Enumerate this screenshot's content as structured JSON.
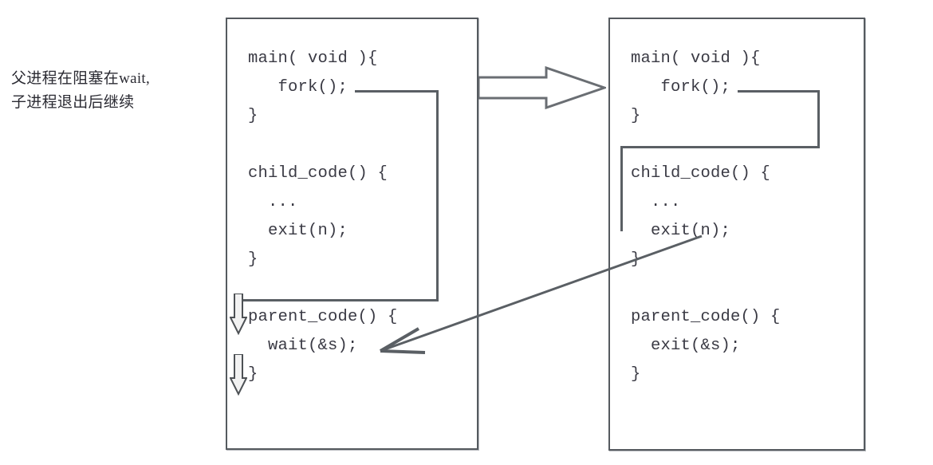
{
  "figure": {
    "title": "fork/wait parent-child flow diagram",
    "annotation": {
      "text": "父进程在阻塞在wait,\n子进程退出后继续",
      "line1": "父进程在阻塞在wait,",
      "line2": "子进程退出后继续"
    },
    "colors": {
      "text": "#3a3a44",
      "annotation_text": "#2b2b33",
      "line": "#5a5f64",
      "border": "#555a5f",
      "background": "#ffffff"
    },
    "panels": [
      {
        "id": "left",
        "name": "parent-process-panel",
        "code": "main( void ){\n   fork();\n}\n\nchild_code() {\n  ...\n  exit(n);\n}\n\nparent_code() {\n  wait(&s);\n}"
      },
      {
        "id": "right",
        "name": "child-process-panel",
        "code": "main( void ){\n   fork();\n}\n\nchild_code() {\n  ...\n  exit(n);\n}\n\nparent_code() {\n  exit(&s);\n}"
      }
    ],
    "arrows": [
      {
        "name": "transfer-block-arrow",
        "direction": "right",
        "style": "hollow-block"
      },
      {
        "name": "blocked-flow-arrow-upper",
        "direction": "down",
        "style": "hollow-block"
      },
      {
        "name": "blocked-flow-arrow-lower",
        "direction": "down",
        "style": "hollow-block"
      },
      {
        "name": "child-exit-to-parent-wait-arrow",
        "direction": "down-left",
        "style": "line"
      }
    ]
  }
}
